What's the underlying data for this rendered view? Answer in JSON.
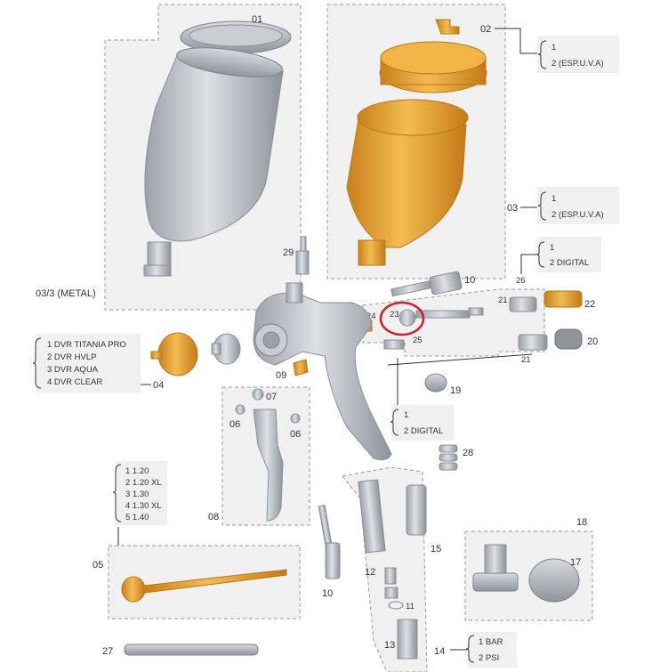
{
  "callouts": {
    "p01": "01",
    "p02": "02",
    "p03": "03",
    "p03_3": "03/3 (METAL)",
    "p04": "04",
    "p05": "05",
    "p06a": "06",
    "p06b": "06",
    "p07": "07",
    "p08": "08",
    "p09": "09",
    "p10a": "10",
    "p10b": "10",
    "p11": "11",
    "p12": "12",
    "p13": "13",
    "p14": "14",
    "p15": "15",
    "p17": "17",
    "p18": "18",
    "p19": "19",
    "p20": "20",
    "p21a": "21",
    "p21b": "21",
    "p22": "22",
    "p23": "23",
    "p24": "24",
    "p25": "25",
    "p26": "26",
    "p27": "27",
    "p28": "28",
    "p29": "29"
  },
  "options": {
    "p02": [
      "1",
      "2 (ESP.U.V.A)"
    ],
    "p03": [
      "1",
      "2 (ESP.U.V.A)"
    ],
    "p26": [
      "1",
      "2 DIGITAL"
    ],
    "p25": [
      "1",
      "2 DIGITAL"
    ],
    "p04": [
      "1  DVR TITANIA PRO",
      "2  DVR HVLP",
      "3  DVR AQUA",
      "4  DVR CLEAR"
    ],
    "p05": [
      "1  1.20",
      "2  1.20 XL",
      "3  1.30",
      "4  1.30 XL",
      "5  1.40"
    ],
    "p14": [
      "1 BAR",
      "2 PSI"
    ]
  },
  "highlight": {
    "part": "23",
    "color": "#d0202a"
  },
  "colors": {
    "metal": "#b9bec5",
    "gold": "#e8a12c",
    "panel": "#f0f0f0"
  }
}
